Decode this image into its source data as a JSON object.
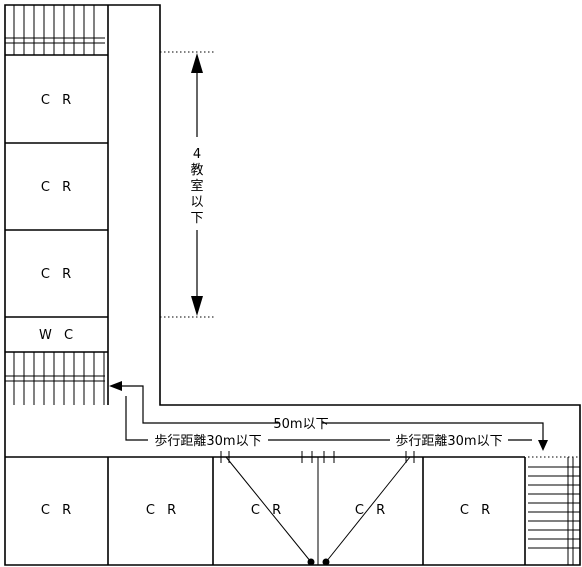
{
  "rooms": {
    "cr_west_1": "C R",
    "cr_west_2": "C R",
    "cr_west_3": "C R",
    "wc": "W C",
    "cr_south_1": "C R",
    "cr_south_2": "C R",
    "cr_south_3": "C R",
    "cr_south_4": "C R",
    "cr_south_5": "C R"
  },
  "dimensions": {
    "vertical_label": [
      "4",
      "教",
      "室",
      "以",
      "下"
    ],
    "total_distance": "50m以下",
    "left_walk_distance": "歩行距離30m以下",
    "right_walk_distance": "歩行距離30m以下"
  }
}
